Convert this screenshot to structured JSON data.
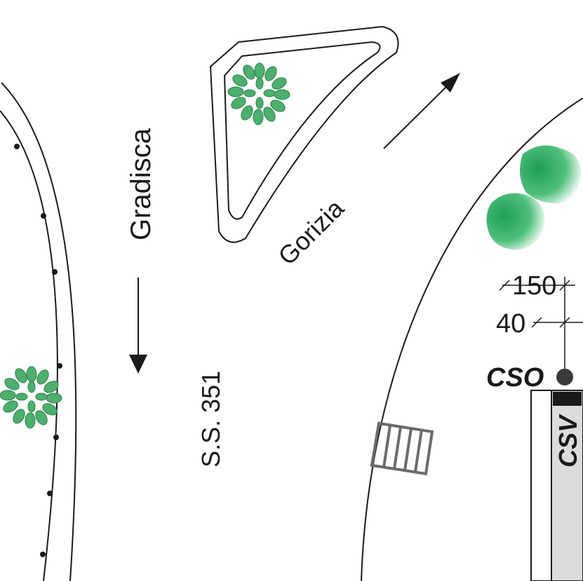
{
  "labels": {
    "gradisca": "Gradisca",
    "gorizia": "Gorizia",
    "road": "S.S. 351",
    "dim_150": "150",
    "dim_40": "40",
    "cso": "CSO",
    "csv": "CSV"
  },
  "colors": {
    "line": "#1a1a1a",
    "tree_green": "#4caf6e",
    "tree_dark": "#2e7d4a",
    "bush_green": "#1f9e55",
    "grate": "#6b6b6b",
    "csv_fill": "#dcdcdc"
  },
  "icons": [
    "tree-icon",
    "bush-icon",
    "grate-icon",
    "arrow-icon",
    "marker-dot-icon"
  ]
}
